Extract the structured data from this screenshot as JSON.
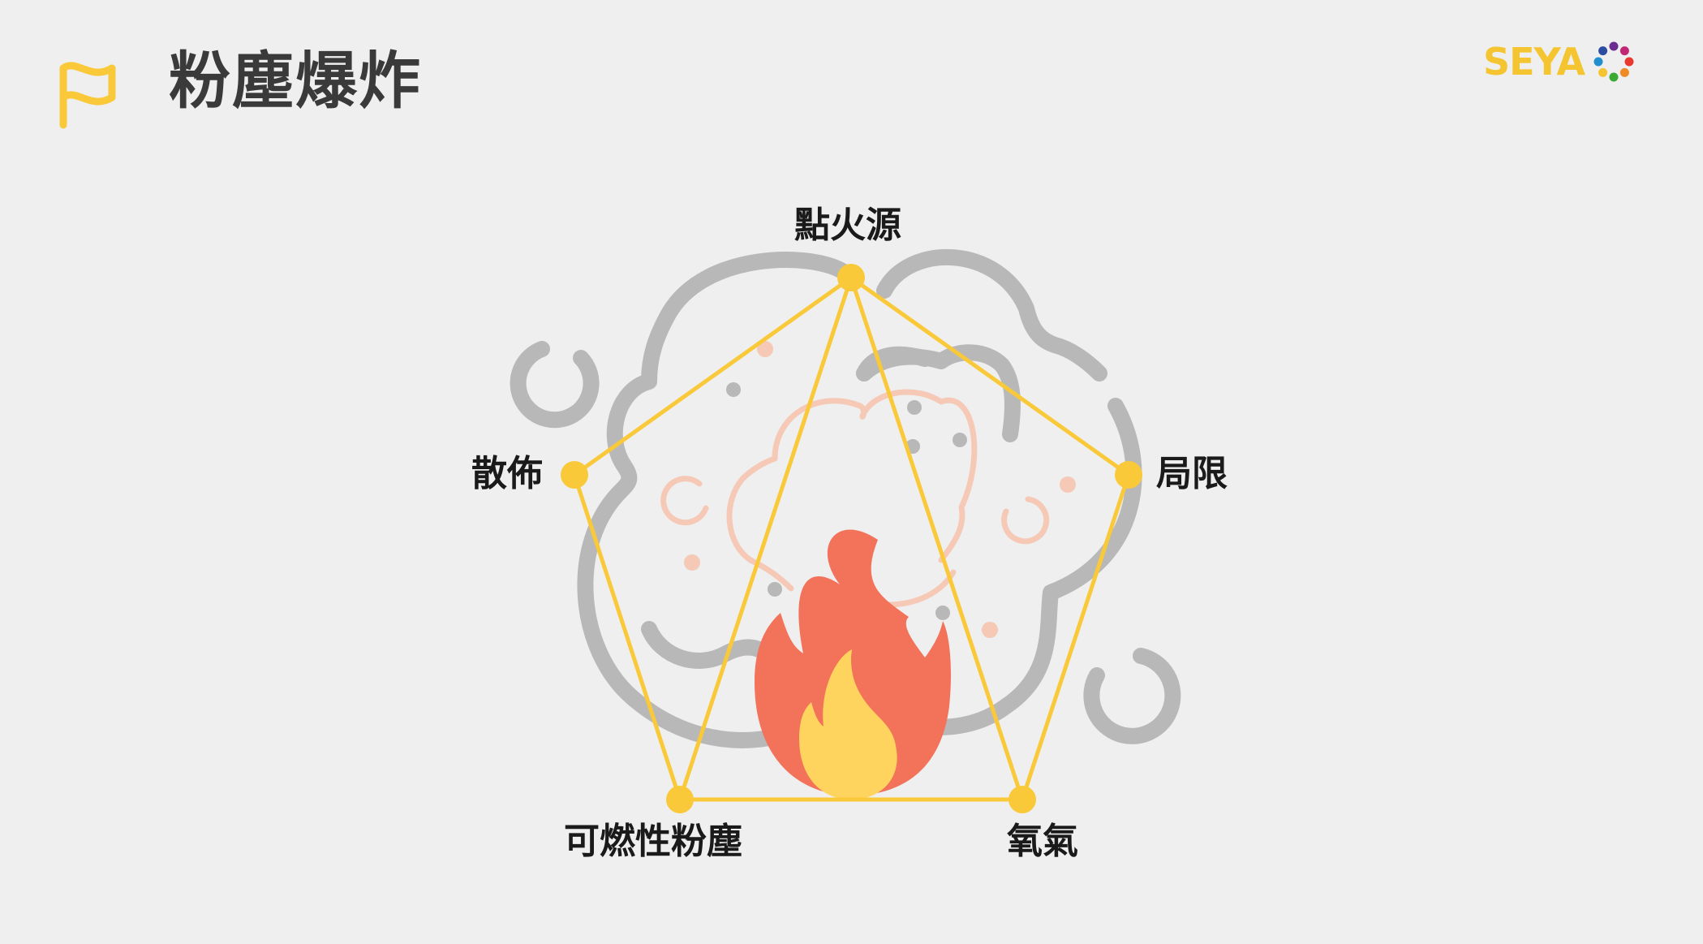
{
  "header": {
    "title": "粉塵爆炸",
    "flag_icon": "flag-icon",
    "flag_color": "#f9c93a"
  },
  "logo": {
    "text": "SEYA",
    "text_color": "#f4c531",
    "dot_colors": [
      "#e8382f",
      "#f08a24",
      "#f4c531",
      "#3aaa35",
      "#1f8fce",
      "#2a4da0",
      "#6b2c8f",
      "#c02876"
    ]
  },
  "diagram": {
    "nodes": {
      "top": "點火源",
      "left": "散佈",
      "right": "局限",
      "bottom_left": "可燃性粉塵",
      "bottom_right": "氧氣"
    },
    "illustration": {
      "cloud_icon": "dust-cloud-icon",
      "fire_icon": "fire-icon"
    },
    "colors": {
      "line": "#f9c93a",
      "node": "#f9c93a",
      "cloud_outer": "#b8b8b8",
      "cloud_inner": "#f5c9b6",
      "flame_outer": "#f2725a",
      "flame_inner": "#ffd45e"
    }
  }
}
